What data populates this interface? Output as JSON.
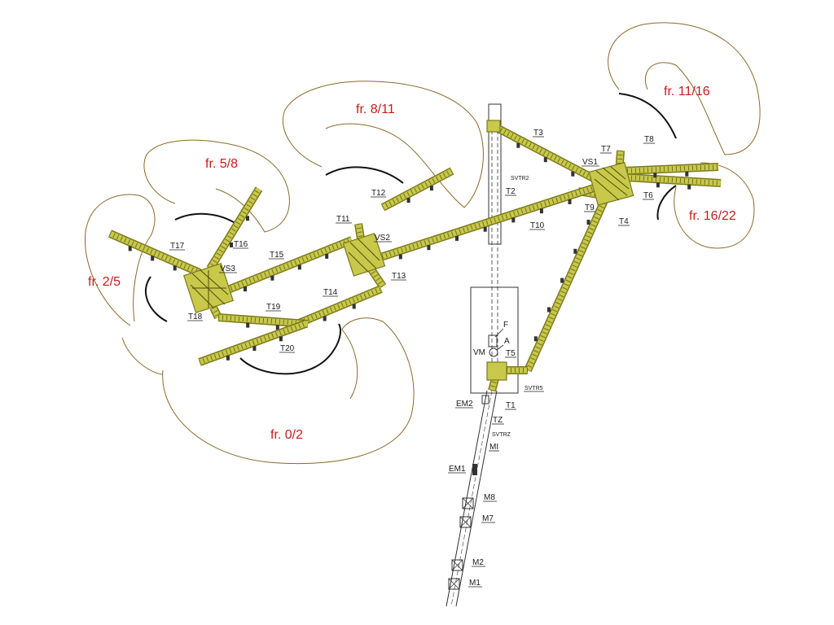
{
  "colors": {
    "conveyor": "#c8c84a",
    "conveyor_edge": "#7a7a1c",
    "fan_outline": "#8a6a2a",
    "fraction_text": "#cc1a1a",
    "label_text": "#1a1a1a"
  },
  "fractions": {
    "f11_16": "fr.  11/16",
    "f8_11": "fr.  8/11",
    "f5_8": "fr.  5/8",
    "f16_22": "fr.  16/22",
    "f2_5": "fr.  2/5",
    "f0_2": "fr.  0/2"
  },
  "labels": {
    "T1": "T1",
    "T2": "T2",
    "T3": "T3",
    "T4": "T4",
    "T5": "T5",
    "T6": "T6",
    "T7": "T7",
    "T8": "T8",
    "T9": "T9",
    "T10": "T10",
    "T11": "T11",
    "T12": "T12",
    "T13": "T13",
    "T14": "T14",
    "T15": "T15",
    "T16": "T16",
    "T17": "T17",
    "T18": "T18",
    "T19": "T19",
    "T20": "T20",
    "TZ": "TZ",
    "VS1": "VS1",
    "VS2": "VS2",
    "VS3": "VS3",
    "VM": "VM",
    "A": "A",
    "F": "F",
    "EM1": "EM1",
    "EM2": "EM2",
    "MI": "MI",
    "M1": "M1",
    "M2": "M2",
    "M7": "M7",
    "M8": "M8",
    "SVTR2": "SVTR2",
    "SVTR5": "SVTR5",
    "SVTRZ": "SVTRZ"
  }
}
